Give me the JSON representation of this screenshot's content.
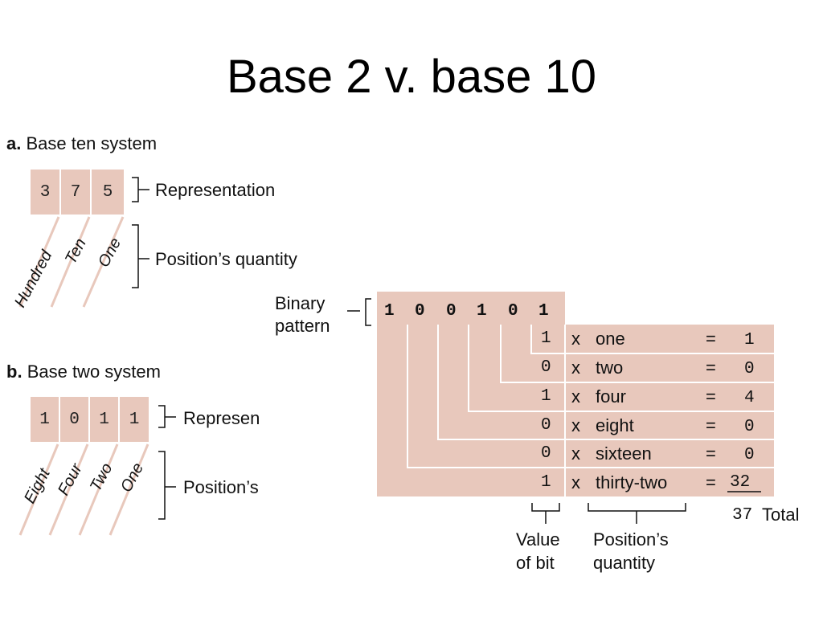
{
  "title": "Base 2 v. base 10",
  "section_a": {
    "letter": "a.",
    "heading": "Base ten system",
    "digits": [
      "3",
      "7",
      "5"
    ],
    "positions": [
      "Hundred",
      "Ten",
      "One"
    ],
    "representation_label": "Representation",
    "quantity_label": "Position’s quantity"
  },
  "section_b": {
    "letter": "b.",
    "heading": "Base two system",
    "digits": [
      "1",
      "0",
      "1",
      "1"
    ],
    "positions": [
      "Eight",
      "Four",
      "Two",
      "One"
    ],
    "representation_label": "Represen",
    "quantity_label": "Position’s"
  },
  "section_c": {
    "binary_pattern_label_1": "Binary",
    "binary_pattern_label_2": "pattern",
    "bits": [
      "1",
      "0",
      "0",
      "1",
      "0",
      "1"
    ],
    "rows": [
      {
        "bit": "1",
        "x": "x",
        "word": "one",
        "eq": "=",
        "result": "1"
      },
      {
        "bit": "0",
        "x": "x",
        "word": "two",
        "eq": "=",
        "result": "0"
      },
      {
        "bit": "1",
        "x": "x",
        "word": "four",
        "eq": "=",
        "result": "4"
      },
      {
        "bit": "0",
        "x": "x",
        "word": "eight",
        "eq": "=",
        "result": "0"
      },
      {
        "bit": "0",
        "x": "x",
        "word": "sixteen",
        "eq": "=",
        "result": "0"
      },
      {
        "bit": "1",
        "x": "x",
        "word": "thirty-two",
        "eq": "=",
        "result": "32"
      }
    ],
    "total_value": "37",
    "total_label": "Total",
    "value_of_bit_1": "Value",
    "value_of_bit_2": "of bit",
    "position_quantity_1": "Position’s",
    "position_quantity_2": "quantity"
  },
  "colors": {
    "cell_fill": "#e8c8bc",
    "line": "#111111"
  }
}
